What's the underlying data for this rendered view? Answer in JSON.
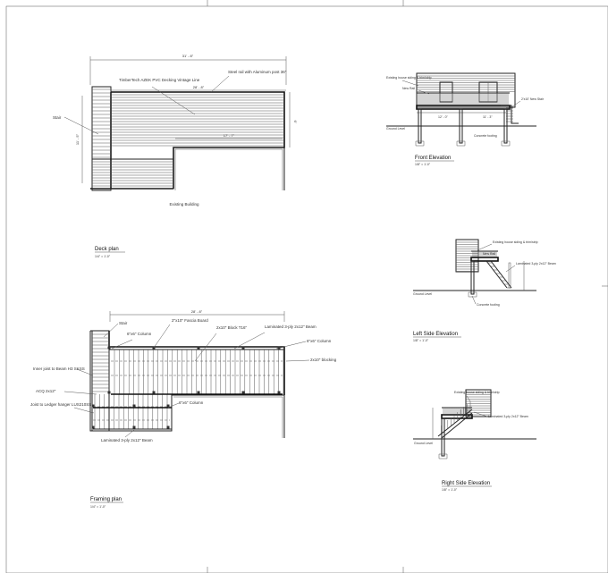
{
  "deck_plan": {
    "title": "Deck plan",
    "scale": "1/4\" = 1'-0\"",
    "dim_overall": "31' - 8\"",
    "dim_inner": "28' - 8\"",
    "dim_lower": "17' - 7\"",
    "dim_left": "11' - 5\"",
    "dim_right": "6'",
    "callout_decking": "TimberTech AZEK PVC Decking Vintage Line",
    "callout_rail": "Steel rail with Aluminum post 36\"",
    "callout_stair": "Stair",
    "existing_building": "Existing Building"
  },
  "framing_plan": {
    "title": "Framing plan",
    "scale": "1/4\" = 1'-0\"",
    "dim_top": "28' - 8\"",
    "callout_stair": "Stair",
    "callout_6x6_column_top": "6\"x6\" Column",
    "callout_fascia": "2\"x10\" Fascia Board",
    "callout_block": "2x10\" Block T16\"",
    "callout_laminated_beam": "Laminated 3-ply 2x12\" Beam",
    "callout_6x6_column_right": "6\"x6\" Column",
    "callout_blocking": "2x10\" blocking",
    "callout_joist_beam": "Inner joist to Beam H3 SKSS",
    "callout_acq": "ACQ 2x12\"",
    "callout_joist_ledger": "Joist to Ledger hanger LUS210SS",
    "callout_6x6_column_bottom": "6\"x6\" Column",
    "callout_laminated_beam_bottom": "Laminated 3-ply 2x12\" Beam"
  },
  "front_elevation": {
    "title": "Front Elevation",
    "scale": "1/8\" = 1'-0\"",
    "callout_existing_siding": "Existing house siding & trim/strip",
    "callout_new_rail": "New Rail",
    "callout_stair": "2'x10' New Stair",
    "callout_ground": "Ground Level",
    "callout_footing": "Concrete footing",
    "dim_a": "12' - 0\"",
    "dim_b": "11' - 3\""
  },
  "left_side_elevation": {
    "title": "Left Side Elevation",
    "scale": "1/8\" = 1'-0\"",
    "callout_existing_siding": "Existing house siding & trim/strip",
    "callout_new_rail": "New Rail",
    "callout_new_stair": "Laminated 3-ply 2x12\" Beam",
    "callout_ground": "Ground Level",
    "callout_footing": "Concrete footing"
  },
  "right_side_elevation": {
    "title": "Right Side Elevation",
    "scale": "1/8\" = 1'-0\"",
    "callout_existing_siding": "Existing house siding & trim/strip",
    "callout_new_stair": "Laminated 3-ply 2x12\" Beam",
    "callout_ground": "Ground Level"
  }
}
